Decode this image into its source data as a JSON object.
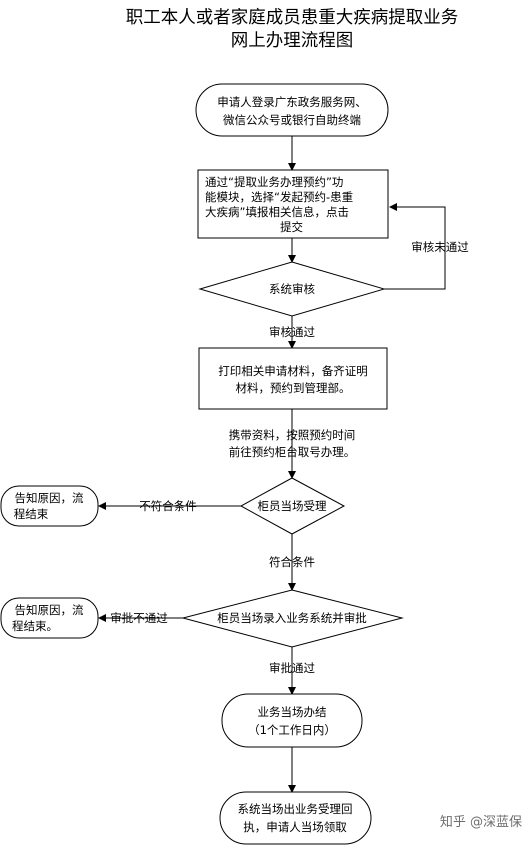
{
  "title": {
    "line1": "职工本人或者家庭成员患重大疾病提取业务",
    "line2": "网上办理流程图"
  },
  "nodes": {
    "start": [
      "申请人登录广东政务服务网、",
      "微信公众号或银行自助终端"
    ],
    "fill_form": [
      "通过“提取业务办理预约”功",
      "能模块，选择“发起预约-患重",
      "大疾病”填报相关信息，点击",
      "提交"
    ],
    "system_review": [
      "系统审核"
    ],
    "print_materials": [
      "打印相关申请材料，备齐证明",
      "材料，预约到管理部。"
    ],
    "counter_accept": [
      "柜员当场受理"
    ],
    "counter_entry": [
      "柜员当场录入业务系统并审批"
    ],
    "handle": [
      "业务当场办结",
      "（1个工作日内）"
    ],
    "end": [
      "系统当场出业务受理回",
      "执，申请人当场领取"
    ],
    "reject1": [
      "告知原因，流",
      "程结束"
    ],
    "reject2": [
      "告知原因，流",
      "程结束。"
    ]
  },
  "edge_labels": {
    "review_fail": "审核未通过",
    "review_pass": "审核通过",
    "bring_docs": [
      "携带资料，按照预约时间",
      "前往预约柜台取号办理。"
    ],
    "not_meet": "不符合条件",
    "meet": "符合条件",
    "approval_fail": "审批不通过",
    "approval_pass": "审批通过"
  },
  "watermark": "知乎 @深蓝保"
}
